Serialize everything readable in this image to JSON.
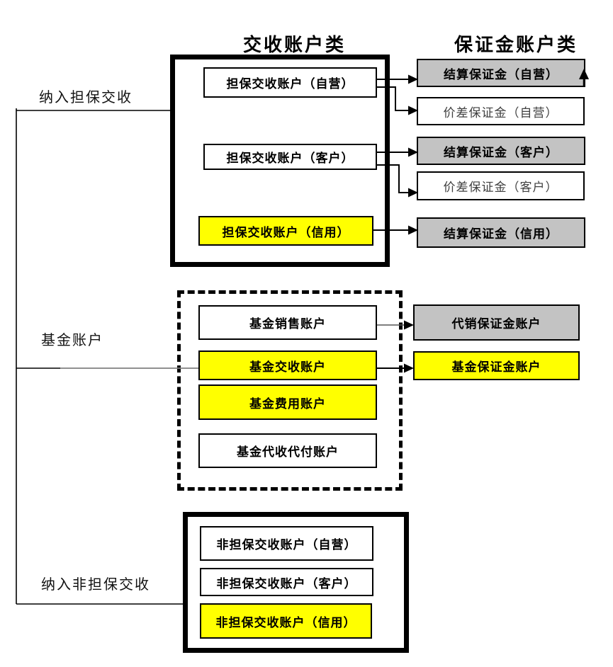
{
  "titles": {
    "settlement_accounts": "交收账户类",
    "margin_accounts": "保证金账户类"
  },
  "left_labels": {
    "guaranteed": "纳入担保交收",
    "fund": "基金账户",
    "non_guaranteed": "纳入非担保交收"
  },
  "colors": {
    "highlight_yellow": "#ffff00",
    "margin_gray": "#c3c3c3",
    "line_black": "#000000",
    "line_gray": "#808080"
  },
  "groups": {
    "guaranteed": {
      "boxes": [
        {
          "label": "担保交收账户（自营）",
          "fill": "white"
        },
        {
          "label": "担保交收账户（客户）",
          "fill": "white"
        },
        {
          "label": "担保交收账户（信用）",
          "fill": "yellow"
        }
      ]
    },
    "fund": {
      "boxes": [
        {
          "label": "基金销售账户",
          "fill": "white"
        },
        {
          "label": "基金交收账户",
          "fill": "yellow"
        },
        {
          "label": "基金费用账户",
          "fill": "yellow"
        },
        {
          "label": "基金代收代付账户",
          "fill": "white"
        }
      ]
    },
    "non_guaranteed": {
      "boxes": [
        {
          "label": "非担保交收账户（自营）",
          "fill": "white"
        },
        {
          "label": "非担保交收账户（客户）",
          "fill": "white"
        },
        {
          "label": "非担保交收账户（信用）",
          "fill": "yellow"
        }
      ]
    }
  },
  "margin_column": {
    "boxes": [
      {
        "label": "结算保证金（自营）",
        "fill": "gray"
      },
      {
        "label": "价差保证金（自营）",
        "fill": "white"
      },
      {
        "label": "结算保证金（客户）",
        "fill": "gray"
      },
      {
        "label": "价差保证金（客户）",
        "fill": "white"
      },
      {
        "label": "结算保证金（信用）",
        "fill": "gray"
      },
      {
        "label": "代销保证金账户",
        "fill": "gray"
      },
      {
        "label": "基金保证金账户",
        "fill": "yellow"
      }
    ]
  }
}
